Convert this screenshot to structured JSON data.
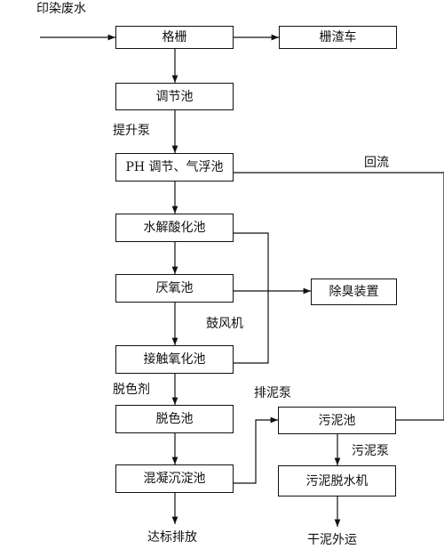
{
  "labels": {
    "influent": "印染废水",
    "lift_pump": "提升泵",
    "reflux": "回流",
    "blower": "鼓风机",
    "decolorant": "脱色剂",
    "sludge_discharge_pump": "排泥泵",
    "sludge_pump": "污泥泵",
    "effluent": "达标排放",
    "dry_sludge": "干泥外运"
  },
  "boxes": {
    "grille": "格栅",
    "screenings_truck": "栅渣车",
    "equalization_tank": "调节池",
    "ph_flotation_tank": "PH 调节、气浮池",
    "hydrolysis_acidification_tank": "水解酸化池",
    "anaerobic_tank": "厌氧池",
    "deodorization_device": "除臭装置",
    "contact_oxidation_tank": "接触氧化池",
    "decolorization_tank": "脱色池",
    "sludge_tank": "污泥池",
    "coagulation_sedimentation_tank": "混凝沉淀池",
    "sludge_dewatering_machine": "污泥脱水机"
  }
}
